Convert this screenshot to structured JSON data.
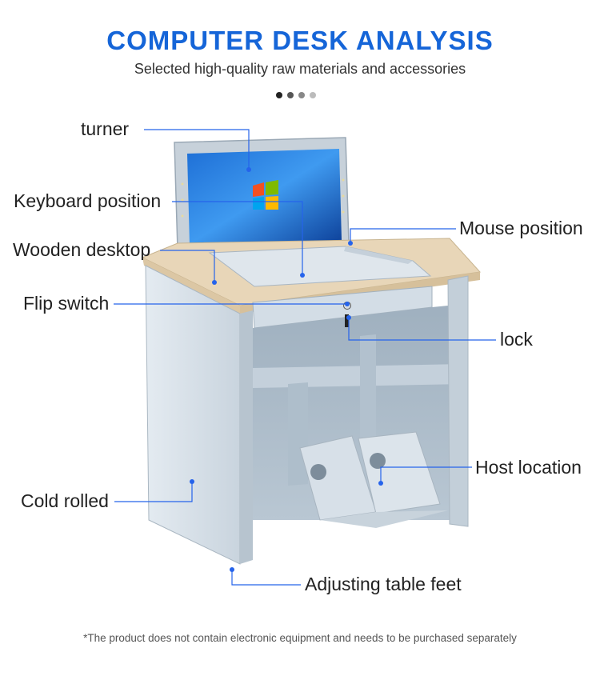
{
  "header": {
    "title": "COMPUTER DESK ANALYSIS",
    "subtitle": "Selected high-quality raw materials and accessories"
  },
  "carousel_dots": [
    {
      "color": "#222222"
    },
    {
      "color": "#555555"
    },
    {
      "color": "#888888"
    },
    {
      "color": "#bbbbbb"
    }
  ],
  "labels": {
    "turner": "turner",
    "keyboard_position": "Keyboard position",
    "wooden_desktop": "Wooden desktop",
    "flip_switch": "Flip switch",
    "mouse_position": "Mouse position",
    "lock": "lock",
    "host_location": "Host location",
    "cold_rolled": "Cold rolled",
    "adjusting_table_feet": "Adjusting table feet"
  },
  "footer": {
    "note": "*The product does not contain electronic equipment and needs to be purchased separately"
  },
  "colors": {
    "accent": "#1565d8",
    "leader_line": "#2563eb",
    "desk_metal": "#cfd9e2",
    "desk_top": "#e8d6b8"
  }
}
